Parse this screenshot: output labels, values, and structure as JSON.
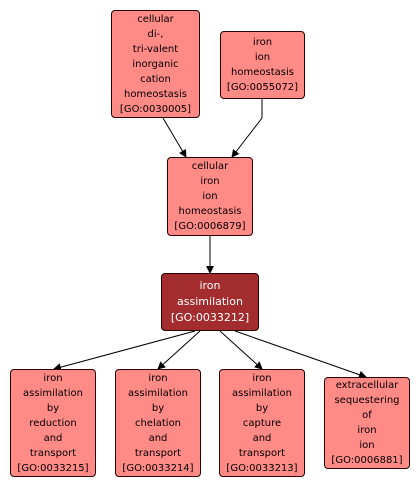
{
  "colors": {
    "node_fill": "#ff8a86",
    "focus_fill": "#a32c2e",
    "border": "#2b0000",
    "edge": "#000000"
  },
  "nodes": [
    {
      "id": "n1",
      "lines": [
        "cellular",
        "di-,",
        "tri-valent",
        "inorganic",
        "cation",
        "homeostasis",
        "[GO:0030005]"
      ]
    },
    {
      "id": "n2",
      "lines": [
        "iron",
        "ion",
        "homeostasis",
        "[GO:0055072]"
      ]
    },
    {
      "id": "n3",
      "lines": [
        "cellular",
        "iron",
        "ion",
        "homeostasis",
        "[GO:0006879]"
      ]
    },
    {
      "id": "n4",
      "lines": [
        "iron",
        "assimilation",
        "[GO:0033212]"
      ]
    },
    {
      "id": "n5",
      "lines": [
        "iron",
        "assimilation",
        "by",
        "reduction",
        "and",
        "transport",
        "[GO:0033215]"
      ]
    },
    {
      "id": "n6",
      "lines": [
        "iron",
        "assimilation",
        "by",
        "chelation",
        "and",
        "transport",
        "[GO:0033214]"
      ]
    },
    {
      "id": "n7",
      "lines": [
        "iron",
        "assimilation",
        "by",
        "capture",
        "and",
        "transport",
        "[GO:0033213]"
      ]
    },
    {
      "id": "n8",
      "lines": [
        "extracellular",
        "sequestering",
        "of",
        "iron",
        "ion",
        "[GO:0006881]"
      ]
    }
  ]
}
